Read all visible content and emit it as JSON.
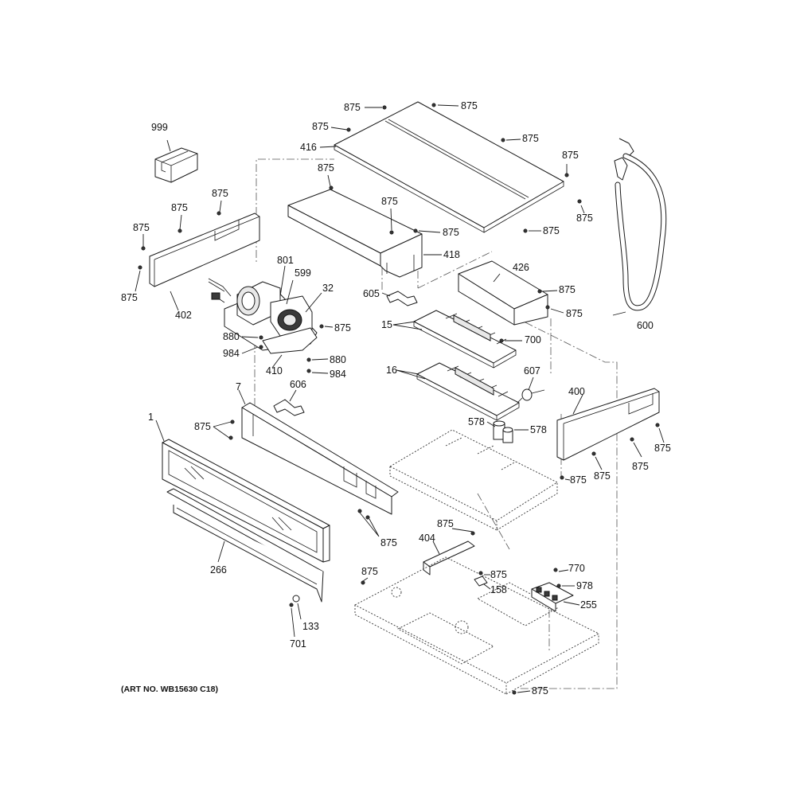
{
  "art_number": "(ART NO. WB15630 C18)",
  "callouts": [
    "999",
    "875",
    "416",
    "418",
    "426",
    "801",
    "599",
    "32",
    "605",
    "600",
    "402",
    "15",
    "700",
    "880",
    "984",
    "410",
    "16",
    "607",
    "606",
    "7",
    "400",
    "578",
    "1",
    "266",
    "404",
    "158",
    "770",
    "978",
    "255",
    "133",
    "701"
  ]
}
